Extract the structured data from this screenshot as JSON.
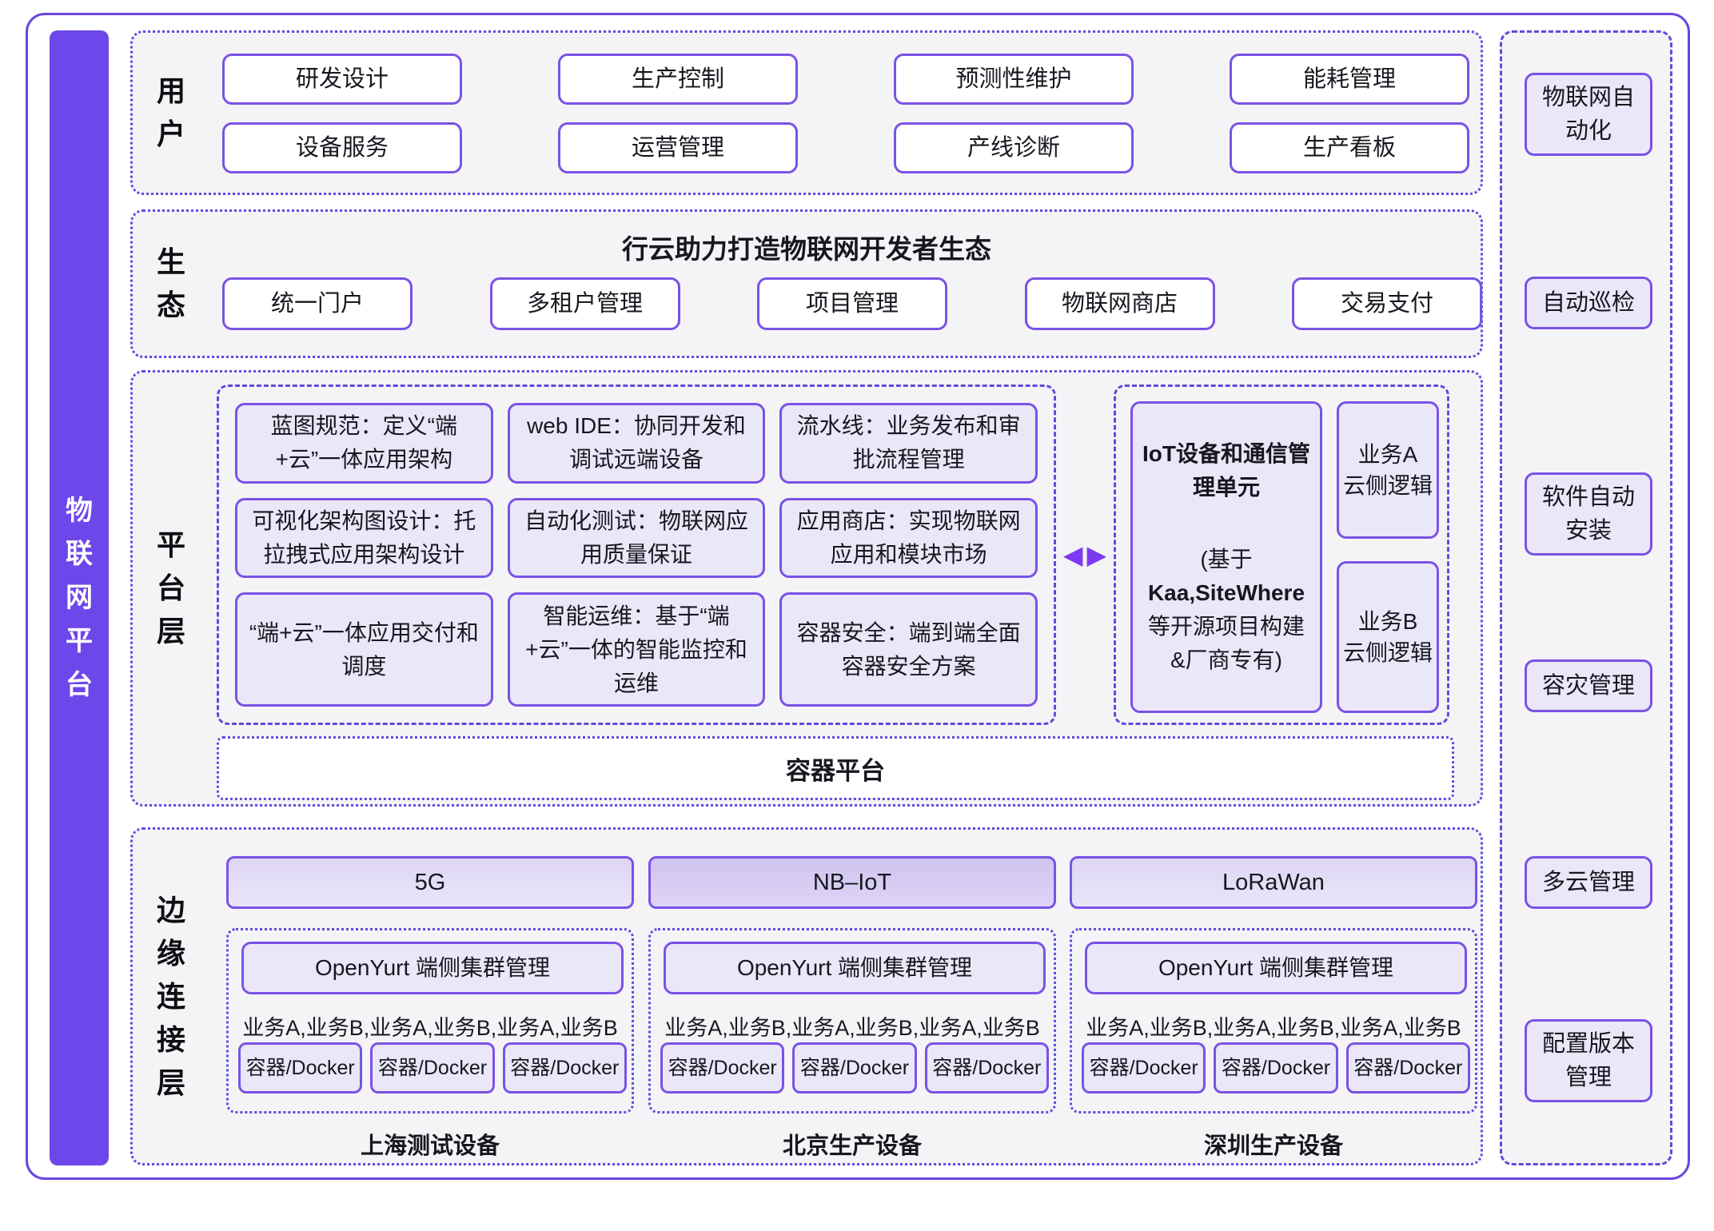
{
  "colors": {
    "accent_purple": "#6d47e9",
    "box_border": "#7a52e6",
    "dashed_border": "#5c4ce0",
    "lavender_fill": "#eae7f8",
    "network_fill": "#ddd5f4",
    "network_fill_active": "#cfc4ef",
    "section_bg": "#f4f4f6",
    "arrow_purple": "#7b3af2"
  },
  "left_bar": {
    "label": "物联网平台"
  },
  "user_section": {
    "label": "用户",
    "boxes": [
      "研发设计",
      "生产控制",
      "预测性维护",
      "能耗管理",
      "设备服务",
      "运营管理",
      "产线诊断",
      "生产看板"
    ]
  },
  "eco_section": {
    "label": "生态",
    "title": "行云助力打造物联网开发者生态",
    "boxes": [
      "统一门户",
      "多租户管理",
      "项目管理",
      "物联网商店",
      "交易支付"
    ]
  },
  "platform_section": {
    "label": "平台层",
    "grid": [
      "蓝图规范：定义“端+云”一体应用架构",
      "web IDE：协同开发和调试远端设备",
      "流水线：业务发布和审批流程管理",
      "可视化架构图设计：托拉拽式应用架构设计",
      "自动化测试：物联网应用质量保证",
      "应用商店：实现物联网应用和模块市场",
      "“端+云”一体应用交付和调度",
      "智能运维：基于“端+云”一体的智能监控和运维",
      "容器安全：端到端全面容器安全方案"
    ],
    "iot_unit": {
      "title": "IoT设备和通信管理单元",
      "note_line1": "(基于",
      "note_line2": "Kaa,SiteWhere",
      "note_line3": "等开源项目构建",
      "note_line4": "&厂商专有)"
    },
    "cloud_logic": [
      "业务A\n云侧逻辑",
      "业务B\n云侧逻辑"
    ],
    "container_platform": "容器平台"
  },
  "edge_section": {
    "label": "边缘连接层",
    "columns": [
      {
        "network": "5G",
        "cluster": "OpenYurt 端侧集群管理",
        "services": "业务A,业务B,业务A,业务B,业务A,业务B",
        "docker": [
          "容器/Docker",
          "容器/Docker",
          "容器/Docker"
        ],
        "device": "上海测试设备"
      },
      {
        "network": "NB–IoT",
        "cluster": "OpenYurt 端侧集群管理",
        "services": "业务A,业务B,业务A,业务B,业务A,业务B",
        "docker": [
          "容器/Docker",
          "容器/Docker",
          "容器/Docker"
        ],
        "device": "北京生产设备"
      },
      {
        "network": "LoRaWan",
        "cluster": "OpenYurt 端侧集群管理",
        "services": "业务A,业务B,业务A,业务B,业务A,业务B",
        "docker": [
          "容器/Docker",
          "容器/Docker",
          "容器/Docker"
        ],
        "device": "深圳生产设备"
      }
    ]
  },
  "sidebar": {
    "items": [
      "物联网自动化",
      "自动巡检",
      "软件自动安装",
      "容灾管理",
      "多云管理",
      "配置版本管理"
    ]
  }
}
